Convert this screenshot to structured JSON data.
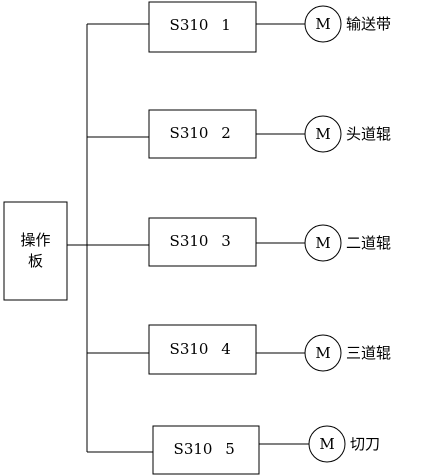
{
  "control_panel": {
    "line1": "操作",
    "line2": "板"
  },
  "drives": [
    {
      "model": "S310",
      "number": "1",
      "motor_symbol": "M",
      "load": "输送带"
    },
    {
      "model": "S310",
      "number": "2",
      "motor_symbol": "M",
      "load": "头道辊"
    },
    {
      "model": "S310",
      "number": "3",
      "motor_symbol": "M",
      "load": "二道辊"
    },
    {
      "model": "S310",
      "number": "4",
      "motor_symbol": "M",
      "load": "三道辊"
    },
    {
      "model": "S310",
      "number": "5",
      "motor_symbol": "M",
      "load": "切刀"
    }
  ]
}
